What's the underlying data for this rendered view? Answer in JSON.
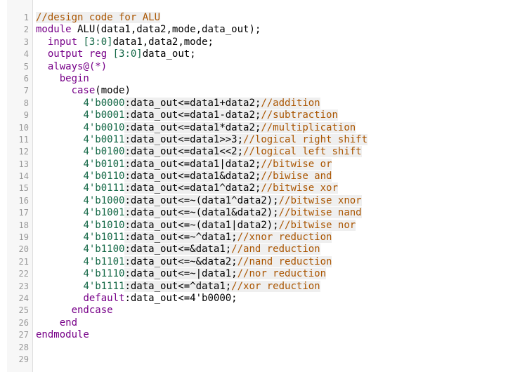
{
  "editor": {
    "lines": [
      {
        "n": "1",
        "tokens": [
          {
            "t": "c",
            "s": "//design code for ALU"
          }
        ]
      },
      {
        "n": "2",
        "tokens": [
          {
            "t": "k",
            "s": "module"
          },
          {
            "t": "v",
            "s": " ALU(data1,data2,mode,data_out);"
          }
        ]
      },
      {
        "n": "3",
        "tokens": [
          {
            "t": "v",
            "s": "  "
          },
          {
            "t": "k",
            "s": "input"
          },
          {
            "t": "v",
            "s": " "
          },
          {
            "t": "n",
            "s": "[3:0]"
          },
          {
            "t": "v",
            "s": "data1,data2,mode;"
          }
        ]
      },
      {
        "n": "4",
        "tokens": [
          {
            "t": "v",
            "s": "  "
          },
          {
            "t": "k",
            "s": "output reg"
          },
          {
            "t": "v",
            "s": " "
          },
          {
            "t": "n",
            "s": "[3:0]"
          },
          {
            "t": "v",
            "s": "data_out;"
          }
        ]
      },
      {
        "n": "5",
        "tokens": [
          {
            "t": "v",
            "s": "  "
          },
          {
            "t": "k",
            "s": "always@(*)"
          }
        ]
      },
      {
        "n": "6",
        "tokens": [
          {
            "t": "v",
            "s": "    "
          },
          {
            "t": "k",
            "s": "begin"
          }
        ]
      },
      {
        "n": "7",
        "tokens": [
          {
            "t": "v",
            "s": "      "
          },
          {
            "t": "k",
            "s": "case"
          },
          {
            "t": "v",
            "s": "(mode)"
          }
        ]
      },
      {
        "n": "8",
        "tokens": [
          {
            "t": "v",
            "s": "        "
          },
          {
            "t": "n",
            "s": "4'b0000"
          },
          {
            "t": "ch",
            "s": ":data_out<=data1+data2;"
          },
          {
            "t": "c",
            "s": "//addition"
          }
        ]
      },
      {
        "n": "9",
        "tokens": [
          {
            "t": "v",
            "s": "        "
          },
          {
            "t": "n",
            "s": "4'b0001"
          },
          {
            "t": "ch",
            "s": ":data_out<=data1-data2;"
          },
          {
            "t": "c",
            "s": "//subtraction"
          }
        ]
      },
      {
        "n": "10",
        "tokens": [
          {
            "t": "v",
            "s": "        "
          },
          {
            "t": "n",
            "s": "4'b0010"
          },
          {
            "t": "ch",
            "s": ":data_out<=data1*data2;"
          },
          {
            "t": "c",
            "s": "//multiplication"
          }
        ]
      },
      {
        "n": "11",
        "tokens": [
          {
            "t": "v",
            "s": "        "
          },
          {
            "t": "n",
            "s": "4'b0011"
          },
          {
            "t": "ch",
            "s": ":data_out<=data1>>3;"
          },
          {
            "t": "c",
            "s": "//logical right shift"
          }
        ]
      },
      {
        "n": "12",
        "tokens": [
          {
            "t": "v",
            "s": "        "
          },
          {
            "t": "n",
            "s": "4'b0100"
          },
          {
            "t": "ch",
            "s": ":data_out<=data1<<2;"
          },
          {
            "t": "c",
            "s": "//logical left shift"
          }
        ]
      },
      {
        "n": "13",
        "tokens": [
          {
            "t": "v",
            "s": "        "
          },
          {
            "t": "n",
            "s": "4'b0101"
          },
          {
            "t": "ch",
            "s": ":data_out<=data1|data2;"
          },
          {
            "t": "c",
            "s": "//bitwise or"
          }
        ]
      },
      {
        "n": "14",
        "tokens": [
          {
            "t": "v",
            "s": "        "
          },
          {
            "t": "n",
            "s": "4'b0110"
          },
          {
            "t": "ch",
            "s": ":data_out<=data1&data2;"
          },
          {
            "t": "c",
            "s": "//biwise and"
          }
        ]
      },
      {
        "n": "15",
        "tokens": [
          {
            "t": "v",
            "s": "        "
          },
          {
            "t": "n",
            "s": "4'b0111"
          },
          {
            "t": "ch",
            "s": ":data_out<=data1^data2;"
          },
          {
            "t": "c",
            "s": "//bitwise xor"
          }
        ]
      },
      {
        "n": "16",
        "tokens": [
          {
            "t": "v",
            "s": "        "
          },
          {
            "t": "n",
            "s": "4'b1000"
          },
          {
            "t": "ch",
            "s": ":data_out<=~(data1^data2);"
          },
          {
            "t": "c",
            "s": "//bitwise xnor"
          }
        ]
      },
      {
        "n": "17",
        "tokens": [
          {
            "t": "v",
            "s": "        "
          },
          {
            "t": "n",
            "s": "4'b1001"
          },
          {
            "t": "ch",
            "s": ":data_out<=~(data1&data2);"
          },
          {
            "t": "c",
            "s": "//bitwise nand"
          }
        ]
      },
      {
        "n": "18",
        "tokens": [
          {
            "t": "v",
            "s": "        "
          },
          {
            "t": "n",
            "s": "4'b1010"
          },
          {
            "t": "ch",
            "s": ":data_out<=~(data1|data2);"
          },
          {
            "t": "c",
            "s": "//bitwise nor"
          }
        ]
      },
      {
        "n": "19",
        "tokens": [
          {
            "t": "v",
            "s": "        "
          },
          {
            "t": "n",
            "s": "4'b1011"
          },
          {
            "t": "ch",
            "s": ":data_out<=~^data1;"
          },
          {
            "t": "c",
            "s": "//xnor reduction"
          }
        ]
      },
      {
        "n": "20",
        "tokens": [
          {
            "t": "v",
            "s": "        "
          },
          {
            "t": "n",
            "s": "4'b1100"
          },
          {
            "t": "ch",
            "s": ":data_out<=&data1;"
          },
          {
            "t": "c",
            "s": "//and reduction"
          }
        ]
      },
      {
        "n": "21",
        "tokens": [
          {
            "t": "v",
            "s": "        "
          },
          {
            "t": "n",
            "s": "4'b1101"
          },
          {
            "t": "ch",
            "s": ":data_out<=~&data2;"
          },
          {
            "t": "c",
            "s": "//nand reduction"
          }
        ]
      },
      {
        "n": "22",
        "tokens": [
          {
            "t": "v",
            "s": "        "
          },
          {
            "t": "n",
            "s": "4'b1110"
          },
          {
            "t": "ch",
            "s": ":data_out<=~|data1;"
          },
          {
            "t": "c",
            "s": "//nor reduction"
          }
        ]
      },
      {
        "n": "23",
        "tokens": [
          {
            "t": "v",
            "s": "        "
          },
          {
            "t": "n",
            "s": "4'b1111"
          },
          {
            "t": "ch",
            "s": ":data_out<=^data1;"
          },
          {
            "t": "c",
            "s": "//xor reduction"
          }
        ]
      },
      {
        "n": "24",
        "tokens": [
          {
            "t": "v",
            "s": "        "
          },
          {
            "t": "k",
            "s": "default"
          },
          {
            "t": "v",
            "s": ":data_out<=4'b0000;"
          }
        ]
      },
      {
        "n": "25",
        "tokens": [
          {
            "t": "v",
            "s": "      "
          },
          {
            "t": "k",
            "s": "endcase"
          }
        ]
      },
      {
        "n": "26",
        "tokens": [
          {
            "t": "v",
            "s": "    "
          },
          {
            "t": "k",
            "s": "end"
          }
        ]
      },
      {
        "n": "27",
        "tokens": [
          {
            "t": "k",
            "s": "endmodule"
          }
        ]
      },
      {
        "n": "28",
        "tokens": []
      },
      {
        "n": "29",
        "tokens": []
      }
    ]
  },
  "colors": {
    "keyword": "#770088",
    "number": "#116644",
    "comment": "#aa5500",
    "text": "#000000",
    "gutter_bg": "#f7f7f7",
    "line_number": "#999999"
  }
}
